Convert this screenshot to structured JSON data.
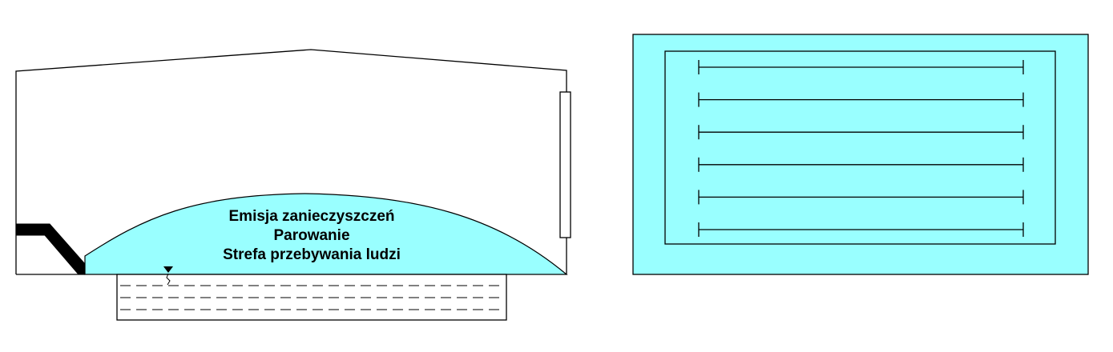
{
  "section_view": {
    "labels": [
      "Emisja zanieczyszczeń",
      "Parowanie",
      "Strefa przebywania ludzi"
    ]
  },
  "plan_view": {
    "parallel_line_count": 6
  },
  "colors": {
    "zone_fill": "#99ffff",
    "outline": "#000000",
    "background": "#ffffff"
  }
}
